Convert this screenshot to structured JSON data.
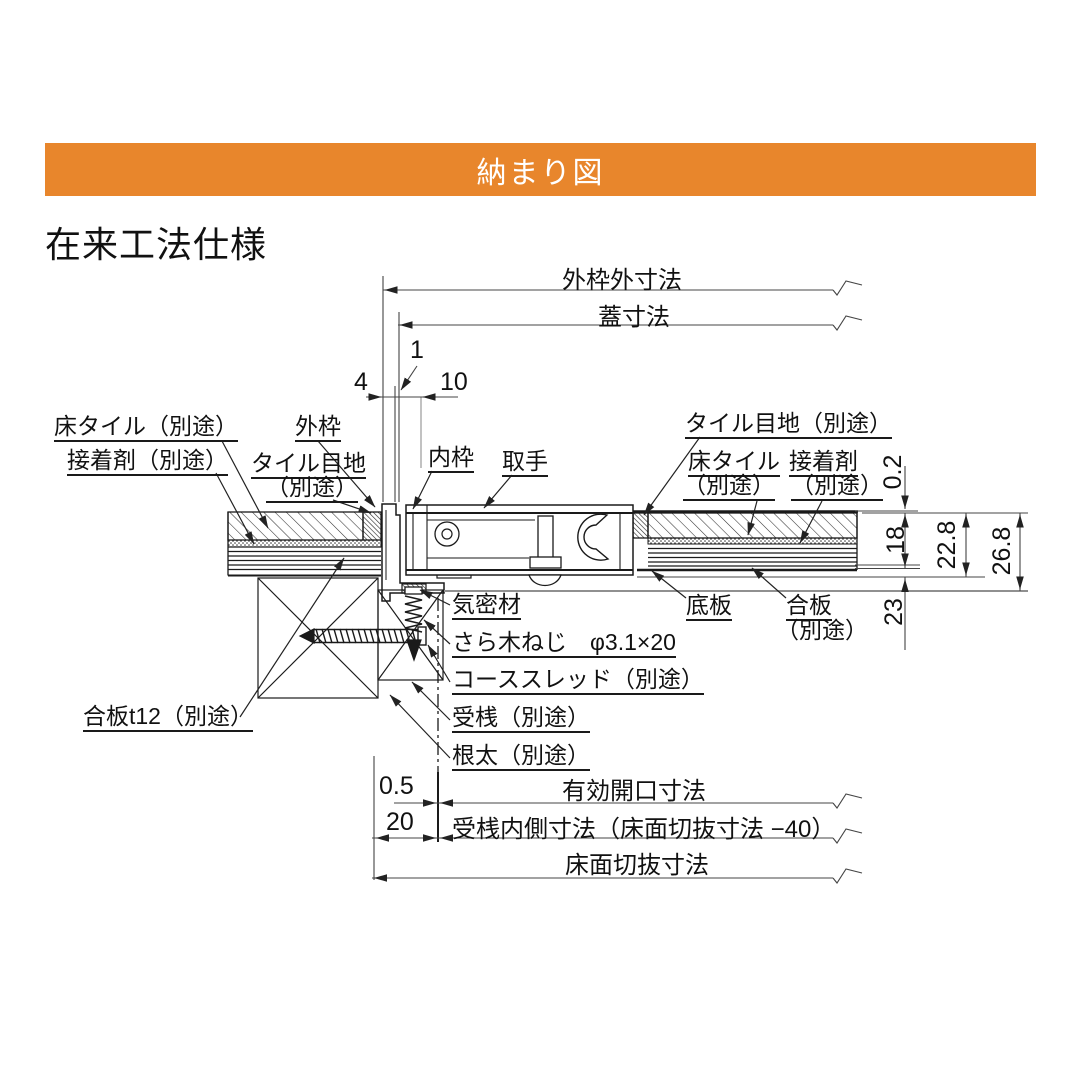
{
  "header": {
    "title": "納まり図",
    "accent_color": "#E8862C"
  },
  "subtitle": "在来工法仕様",
  "labels": {
    "floor_tile_left": "床タイル（別途）",
    "adhesive_left": "接着剤（別途）",
    "outer_frame": "外枠",
    "tile_joint_left_a": "タイル目地",
    "tile_joint_left_b": "（別途）",
    "inner_frame": "内枠",
    "handle": "取手",
    "tile_joint_right": "タイル目地（別途）",
    "floor_tile_right_a": "床タイル",
    "floor_tile_right_b": "（別途）",
    "adhesive_right_a": "接着剤",
    "adhesive_right_b": "（別途）",
    "airtight": "気密材",
    "wood_screw": "さら木ねじ　φ3.1×20",
    "coarse_thread": "コーススレッド（別途）",
    "receiver": "受桟（別途）",
    "joist": "根太（別途）",
    "bottom_plate": "底板",
    "plywood_right_a": "合板",
    "plywood_right_b": "（別途）",
    "plywood_t12": "合板t12（別途）"
  },
  "dimensions": {
    "outer_dim": "外枠外寸法",
    "lid_dim": "蓋寸法",
    "opening_dim": "有効開口寸法",
    "receiver_inner_dim": "受桟内側寸法（床面切抜寸法 −40）",
    "floor_cut_dim": "床面切抜寸法",
    "n1": "1",
    "n4": "4",
    "n10": "10",
    "n05": "0.5",
    "n20": "20",
    "n02": "0.2",
    "n18": "18",
    "n228": "22.8",
    "n268": "26.8",
    "n23": "23"
  },
  "colors": {
    "line": "#1a1a1a",
    "dim_line": "#444444",
    "gray_line": "#909090"
  }
}
